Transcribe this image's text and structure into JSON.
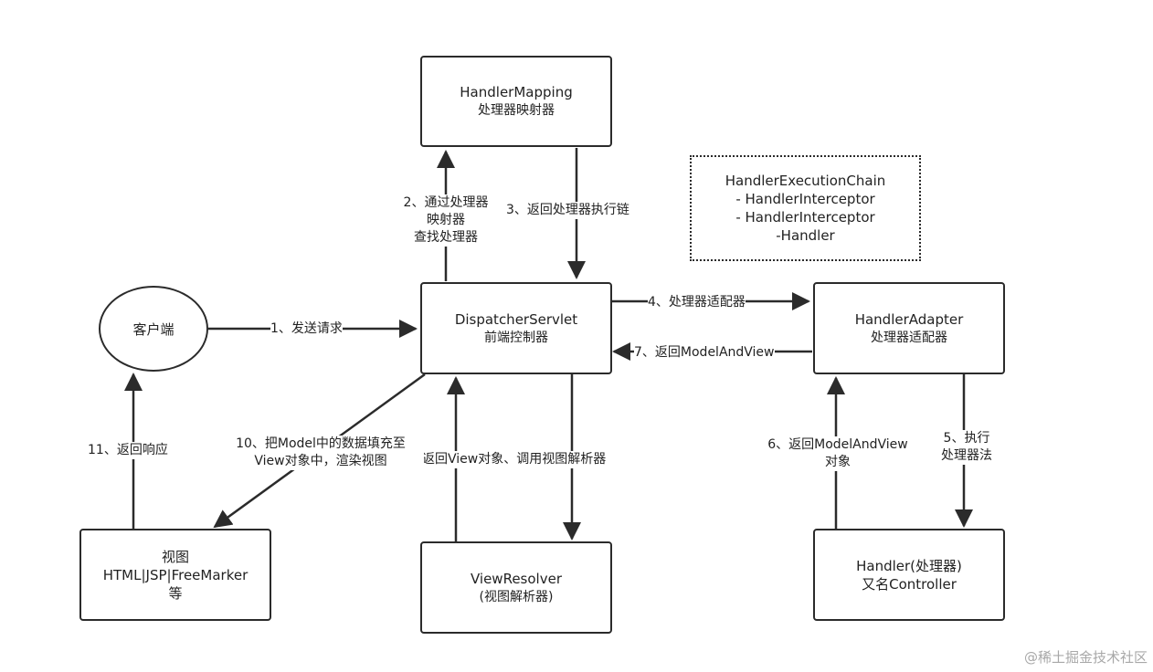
{
  "nodes": {
    "client": {
      "label": "客户端"
    },
    "handler_mapping": {
      "line1": "HandlerMapping",
      "line2": "处理器映射器"
    },
    "dispatcher": {
      "line1": "DispatcherServlet",
      "line2": "前端控制器"
    },
    "handler_adapter": {
      "line1": "HandlerAdapter",
      "line2": "处理器适配器"
    },
    "handler": {
      "line1": "Handler(处理器)",
      "line2": "又名Controller"
    },
    "view_resolver": {
      "line1": "ViewResolver",
      "line2": "(视图解析器)"
    },
    "view": {
      "line1": "视图",
      "line2": "HTML|JSP|FreeMarker",
      "line3": "等"
    },
    "chain": {
      "line1": "HandlerExecutionChain",
      "line2": "- HandlerInterceptor",
      "line3": "- HandlerInterceptor",
      "line4": "-Handler"
    }
  },
  "edges": {
    "e1": "1、发送请求",
    "e2": [
      "2、通过处理器",
      "映射器",
      "查找处理器"
    ],
    "e3": "3、返回处理器执行链",
    "e4": "4、处理器适配器",
    "e5": [
      "5、执行",
      "处理器法"
    ],
    "e6": [
      "6、返回ModelAndView",
      "对象"
    ],
    "e7": "7、返回ModelAndView",
    "e8": "返回View对象、调用视图解析器",
    "e10": [
      "10、把Model中的数据填充至",
      "View对象中，渲染视图"
    ],
    "e11": "11、返回响应"
  },
  "watermark": "@稀土掘金技术社区"
}
